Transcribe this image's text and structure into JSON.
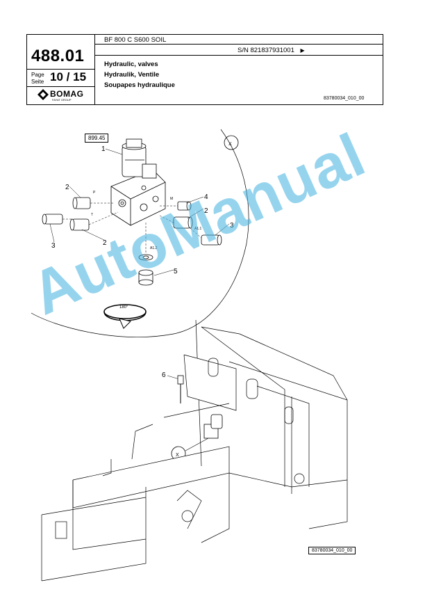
{
  "header": {
    "page_number": "488.01",
    "page_label_1": "Page",
    "page_label_2": "Seite",
    "page_current": "10",
    "page_separator": "/",
    "page_total": "15",
    "brand": "BOMAG",
    "brand_sub": "FAYAT GROUP",
    "model": "BF 800 C S600 SOIL",
    "serial": "S/N 821837931001",
    "serial_arrow": "▶",
    "title_en": "Hydraulic, valves",
    "title_de": "Hydraulik, Ventile",
    "title_fr": "Soupapes hydraulique",
    "drawing_number": "83780034_010_00"
  },
  "drawing": {
    "ref_box": "899.45",
    "detail_label": "X",
    "rotation_label": "180°",
    "port_labels": [
      "P",
      "T",
      "M",
      "A1.1",
      "A1.2"
    ],
    "callouts": [
      "1",
      "2",
      "2",
      "2",
      "3",
      "3",
      "4",
      "5",
      "6"
    ],
    "footer_drawing_number": "83780034_010_00"
  },
  "watermark": "AutoManual"
}
